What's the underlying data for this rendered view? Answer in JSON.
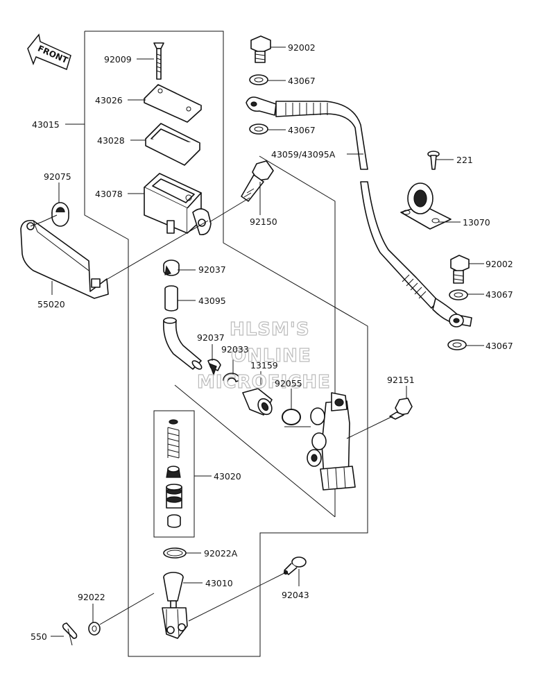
{
  "front_label": "FRONT",
  "watermark": {
    "line1": "HLSM'S",
    "line2": "ONLINE",
    "line3": "MICROFICHE"
  },
  "part_labels": {
    "p92009": "92009",
    "p43026": "43026",
    "p43015": "43015",
    "p43028": "43028",
    "p92075": "92075",
    "p43078": "43078",
    "p92150": "92150",
    "p55020": "55020",
    "p92037a": "92037",
    "p43095": "43095",
    "p92037b": "92037",
    "p92033": "92033",
    "p13159": "13159",
    "p92055": "92055",
    "p43020": "43020",
    "p92022A": "92022A",
    "p43010": "43010",
    "p92022": "92022",
    "p550": "550",
    "p92043": "92043",
    "p92002a": "92002",
    "p43067a": "43067",
    "p43067b": "43067",
    "p43059": "43059/43095A",
    "p221": "221",
    "p13070": "13070",
    "p92002b": "92002",
    "p43067c": "43067",
    "p43067d": "43067",
    "p92151": "92151"
  }
}
